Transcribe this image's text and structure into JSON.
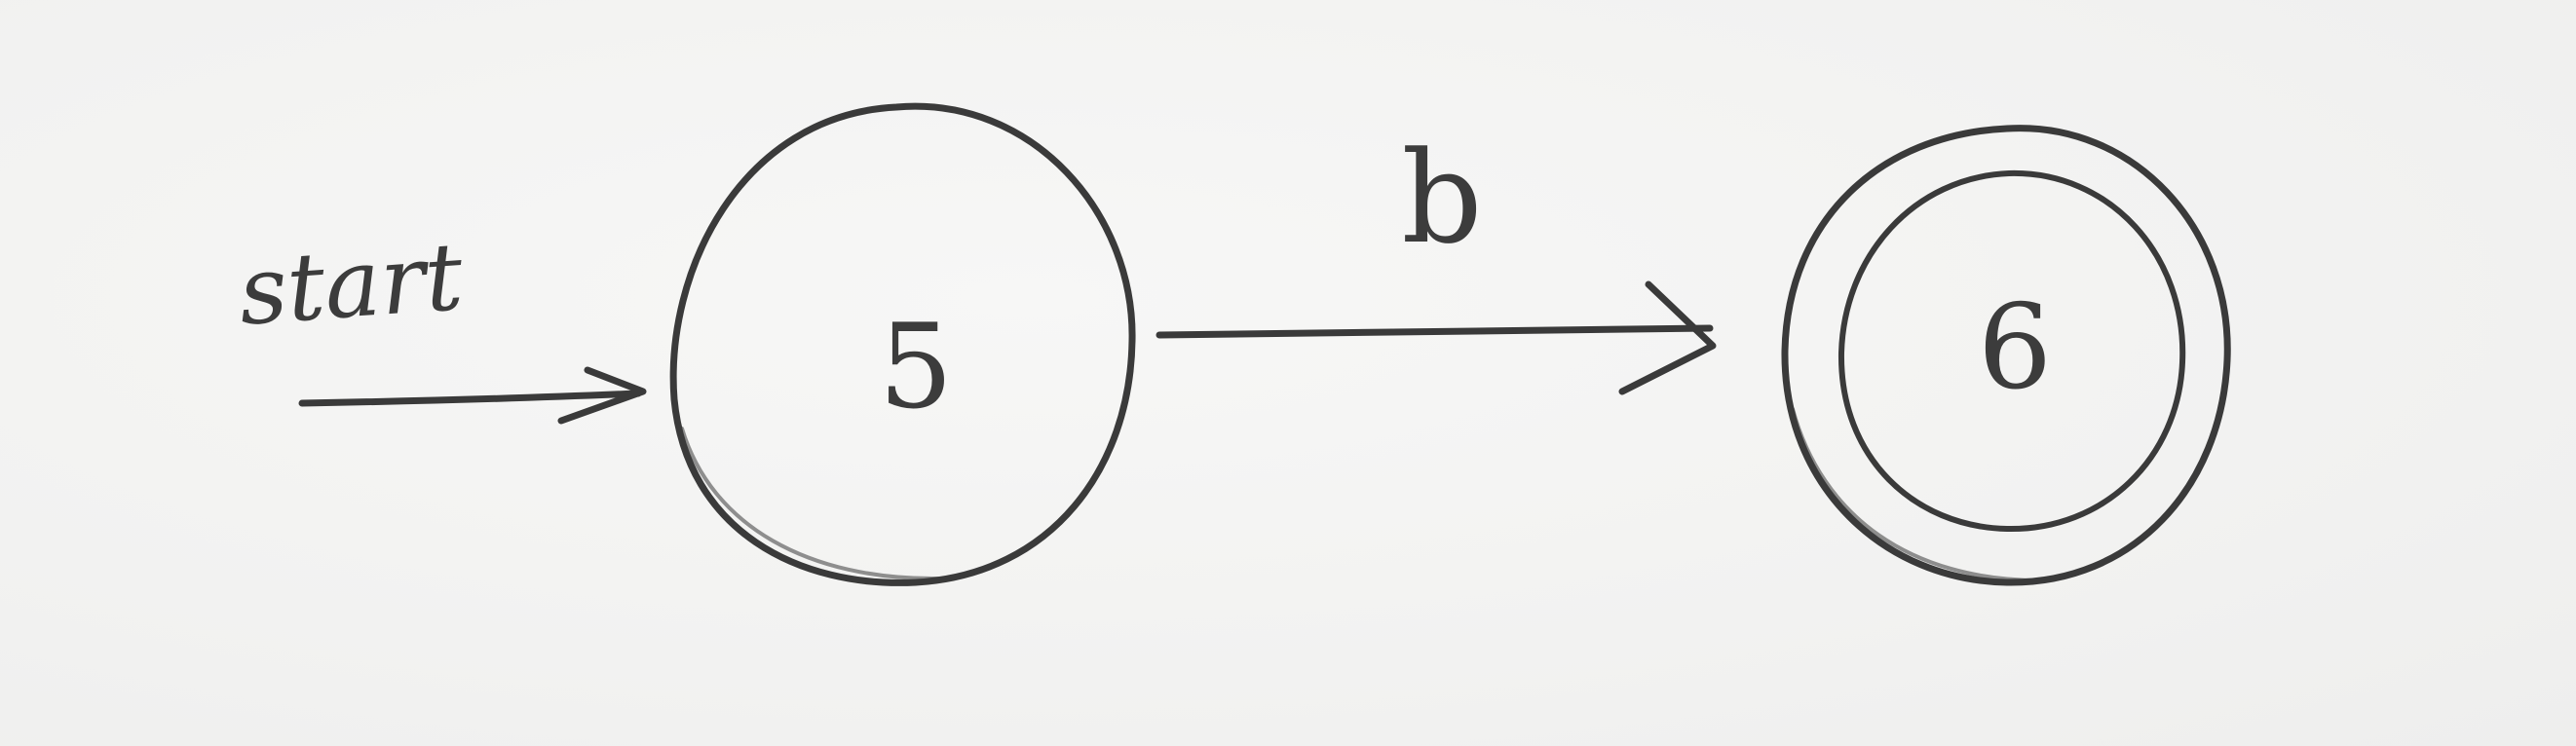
{
  "diagram": {
    "type": "finite-automaton",
    "start_label": "start",
    "states": [
      {
        "id": "5",
        "label": "5",
        "start": true,
        "accepting": false
      },
      {
        "id": "6",
        "label": "6",
        "start": false,
        "accepting": true
      }
    ],
    "transitions": [
      {
        "from": "5",
        "to": "6",
        "label": "b"
      }
    ],
    "ink_color": "#3a3a3a",
    "paper_color": "#f4f4f3"
  }
}
